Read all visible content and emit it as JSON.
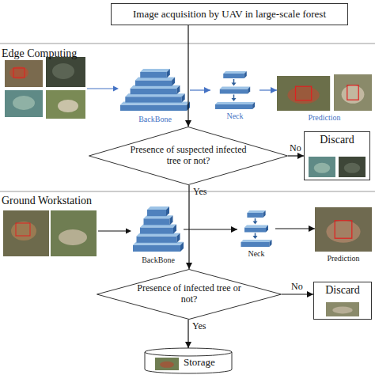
{
  "diagram": {
    "nodes": [
      {
        "text": [
          "Image acquisition by UAV in large-scale forest"
        ]
      },
      {
        "text": [
          "BackBone"
        ]
      },
      {
        "text": [
          "Neck"
        ]
      },
      {
        "text": [
          "Prediction"
        ]
      },
      {
        "text": [
          "Presence of suspected infected tree or not?"
        ]
      },
      {
        "text": [
          "Discard"
        ]
      },
      {
        "text": [
          "BackBone"
        ]
      },
      {
        "text": [
          "Neck"
        ]
      },
      {
        "text": [
          "Prediction"
        ]
      },
      {
        "text": [
          "Presence of infected tree or not?"
        ]
      },
      {
        "text": [
          "Discard"
        ]
      },
      {
        "text": [
          "Storage"
        ]
      }
    ],
    "edges": [
      {
        "from": 0,
        "to": 4,
        "arrow": "to"
      },
      {
        "from": 1,
        "to": 2,
        "arrow": "to"
      },
      {
        "from": 2,
        "to": 3,
        "arrow": "to"
      },
      {
        "from": 4,
        "to": 5,
        "label": "No",
        "arrow": "to"
      },
      {
        "from": 4,
        "to": 9,
        "label": "Yes",
        "arrow": "to"
      },
      {
        "from": 6,
        "to": 7,
        "arrow": "to"
      },
      {
        "from": 7,
        "to": 8,
        "arrow": "to"
      },
      {
        "from": 9,
        "to": 10,
        "label": "No",
        "arrow": "to"
      },
      {
        "from": 9,
        "to": 11,
        "label": "Yes",
        "arrow": "to"
      }
    ],
    "labels": [
      "Edge Computing",
      "Ground Workstation"
    ]
  }
}
